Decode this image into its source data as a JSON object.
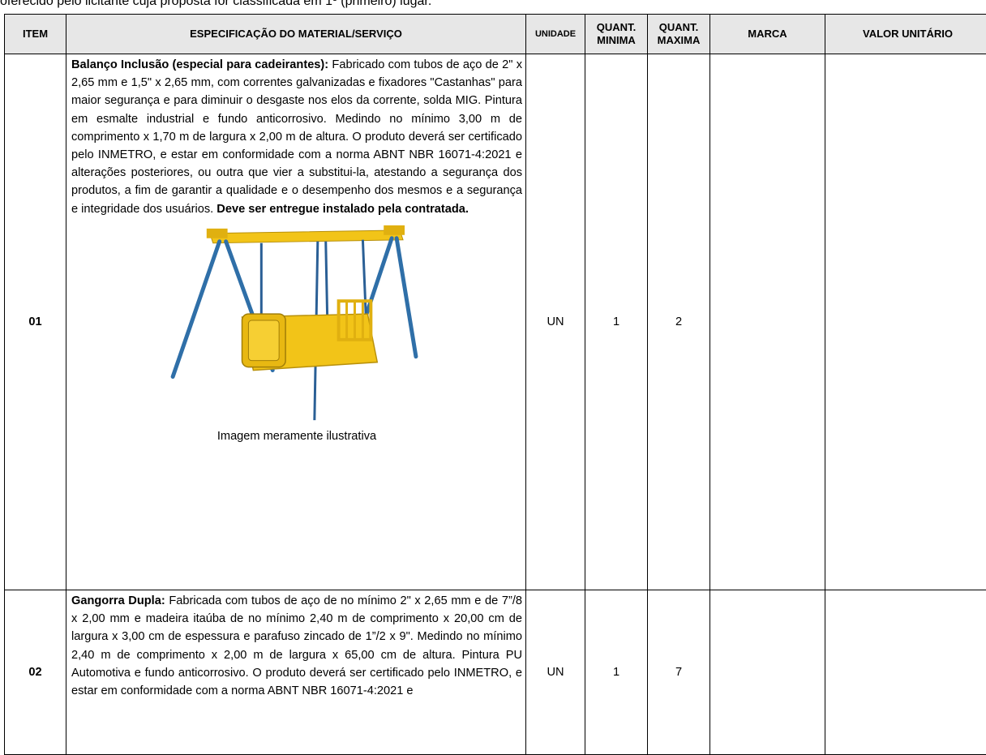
{
  "intro_text": "oferecido pelo licitante cuja proposta for classificada em 1º (primeiro) lugar.",
  "table": {
    "headers": {
      "item": "ITEM",
      "spec": "ESPECIFICAÇÃO DO MATERIAL/SERVIÇO",
      "unit": "UNIDADE",
      "qmin": "QUANT. MINIMA",
      "qmax": "QUANT. MAXIMA",
      "brand": "MARCA",
      "unit_value": "VALOR UNITÁRIO"
    },
    "rows": [
      {
        "item": "01",
        "title": "Balanço Inclusão (especial para cadeirantes):",
        "description": " Fabricado com tubos de aço de 2\" x 2,65 mm e 1,5\" x 2,65 mm,  com correntes galvanizadas e fixadores \"Castanhas\" para maior segurança e para diminuir o desgaste nos elos da corrente, solda MIG. Pintura em esmalte industrial e fundo anticorrosivo. Medindo no mínimo 3,00 m de comprimento x 1,70 m de largura x 2,00 m de altura. O produto deverá ser certificado pelo INMETRO, e estar em conformidade com a norma ABNT NBR 16071-4:2021 e alterações posteriores, ou outra que vier a substitui-la, atestando a segurança dos produtos, a fim de garantir a qualidade e o desempenho dos mesmos e a segurança e integridade dos usuários. ",
        "note_bold": "Deve ser entregue instalado pela contratada.",
        "caption": "Imagem meramente ilustrativa",
        "unit": "UN",
        "qmin": "1",
        "qmax": "2",
        "brand": "",
        "unit_value": ""
      },
      {
        "item": "02",
        "title": "Gangorra Dupla:",
        "description": " Fabricada com tubos de aço de no mínimo 2\" x 2,65 mm e de 7”/8 x 2,00 mm e madeira itaúba de no mínimo 2,40 m de comprimento x 20,00 cm de largura x 3,00 cm de espessura e parafuso zincado de 1”/2 x 9\". Medindo no mínimo 2,40 m de comprimento x 2,00 m de largura x 65,00 cm de altura. Pintura PU Automotiva e fundo anticorrosivo. O produto deverá ser certificado pelo INMETRO, e estar em conformidade com a norma ABNT NBR 16071-4:2021 e",
        "unit": "UN",
        "qmin": "1",
        "qmax": "7",
        "brand": "",
        "unit_value": ""
      }
    ]
  },
  "colors": {
    "header_bg": "#e7e7e7",
    "swing_frame": "#f2c418",
    "swing_pole": "#2f6fa8"
  }
}
